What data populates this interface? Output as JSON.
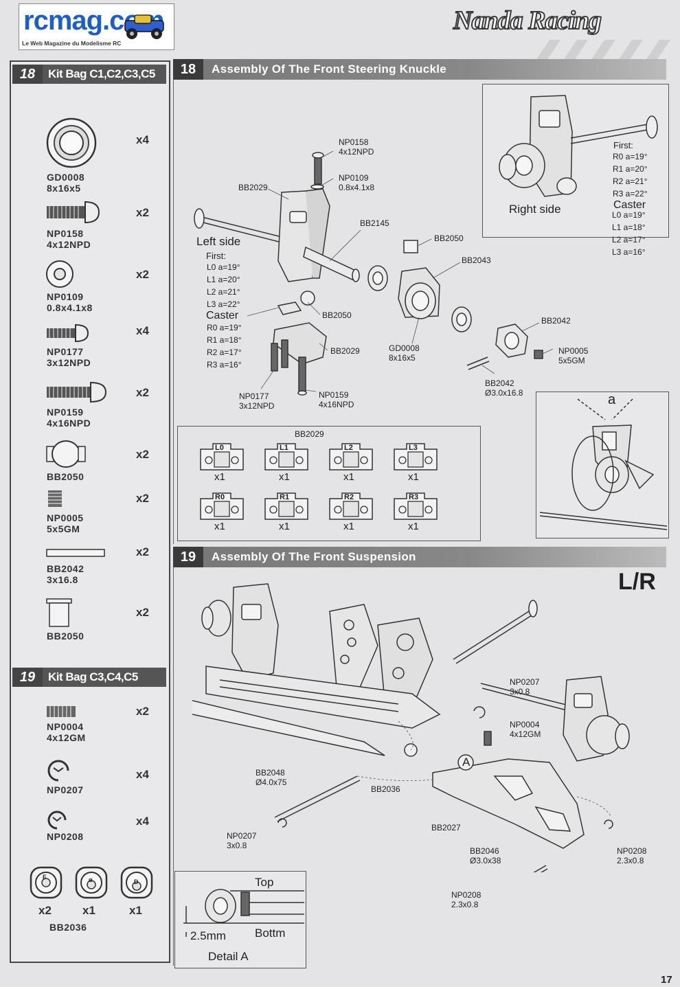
{
  "header": {
    "logo_text": "rcmag.com",
    "logo_subtitle": "Le Web Magazine du Modelisme RC",
    "brand": "Nanda Racing",
    "page_number": "17"
  },
  "kit18": {
    "number": "18",
    "title": "Kit Bag  C1,C2,C3,C5",
    "parts": [
      {
        "code": "GD0008",
        "size": "8x16x5",
        "qty": "x4",
        "icon": "bearing-icon"
      },
      {
        "code": "NP0158",
        "size": "4x12NPD",
        "qty": "x2",
        "icon": "screw-icon"
      },
      {
        "code": "NP0109",
        "size": "0.8x4.1x8",
        "qty": "x2",
        "icon": "washer-icon"
      },
      {
        "code": "NP0177",
        "size": "3x12NPD",
        "qty": "x4",
        "icon": "screw-icon"
      },
      {
        "code": "NP0159",
        "size": "4x16NPD",
        "qty": "x2",
        "icon": "screw-icon"
      },
      {
        "code": "BB2050",
        "size": "",
        "qty": "x2",
        "icon": "ball-stud-icon"
      },
      {
        "code": "NP0005",
        "size": "5x5GM",
        "qty": "x2",
        "icon": "set-screw-icon"
      },
      {
        "code": "BB2042",
        "size": "3x16.8",
        "qty": "x2",
        "icon": "pin-icon"
      },
      {
        "code": "BB2050",
        "size": "",
        "qty": "x2",
        "icon": "bushing-icon"
      }
    ]
  },
  "kit19": {
    "number": "19",
    "title": "Kit Bag  C3,C4,C5",
    "parts": [
      {
        "code": "NP0004",
        "size": "4x12GM",
        "qty": "x2",
        "icon": "set-screw-icon"
      },
      {
        "code": "NP0207",
        "size": "",
        "qty": "x4",
        "icon": "e-clip-icon"
      },
      {
        "code": "NP0208",
        "size": "",
        "qty": "x4",
        "icon": "e-clip-icon"
      }
    ],
    "bb2036": {
      "code": "BB2036",
      "inserts": [
        {
          "letter": "E",
          "qty": "x2"
        },
        {
          "letter": "α",
          "qty": "x1"
        },
        {
          "letter": "D",
          "qty": "x1"
        }
      ]
    }
  },
  "step18": {
    "number": "18",
    "title": "Assembly Of The Front Steering Knuckle",
    "left_side_title": "Left side",
    "right_side_title": "Right side",
    "first_label": "First:",
    "caster_label": "Caster",
    "left_first": [
      "L0  a=19°",
      "L1  a=20°",
      "L2  a=21°",
      "L3  a=22°"
    ],
    "left_caster": [
      "R0  a=19°",
      "R1  a=18°",
      "R2  a=17°",
      "R3  a=16°"
    ],
    "right_first": [
      "R0  a=19°",
      "R1  a=20°",
      "R2  a=21°",
      "R3  a=22°"
    ],
    "right_caster": [
      "L0  a=19°",
      "L1  a=18°",
      "L2  a=17°",
      "L3  a=16°"
    ],
    "callouts": {
      "np0158": "NP0158\n4x12NPD",
      "np0109": "NP0109\n0.8x4.1x8",
      "bb2029_top": "BB2029",
      "bb2145": "BB2145",
      "bb2050_top": "BB2050",
      "bb2043": "BB2043",
      "bb2050_mid": "BB2050",
      "bb2042_top": "BB2042",
      "bb2029_mid": "BB2029",
      "gd0008": "GD0008\n8x16x5",
      "np0005": "NP0005\n5x5GM",
      "bb2042_pin": "BB2042\nØ3.0x16.8",
      "np0177": "NP0177\n3x12NPD",
      "np0159": "NP0159\n4x16NPD"
    },
    "grid_title": "BB2029",
    "grid": [
      {
        "tag": "L0",
        "qty": "x1"
      },
      {
        "tag": "L1",
        "qty": "x1"
      },
      {
        "tag": "L2",
        "qty": "x1"
      },
      {
        "tag": "L3",
        "qty": "x1"
      },
      {
        "tag": "R0",
        "qty": "x1"
      },
      {
        "tag": "R1",
        "qty": "x1"
      },
      {
        "tag": "R2",
        "qty": "x1"
      },
      {
        "tag": "R3",
        "qty": "x1"
      }
    ],
    "angle_label": "a"
  },
  "step19": {
    "number": "19",
    "title": "Assembly Of The Front Suspension",
    "side_label": "L/R",
    "callouts": {
      "np0207_top": "NP0207\n3x0.8",
      "np0004": "NP0004\n4x12GM",
      "bb2048": "BB2048\nØ4.0x75",
      "bb2036": "BB2036",
      "np0207_bottom": "NP0207\n3x0.8",
      "bb2027": "BB2027",
      "bb2046": "BB2046\nØ3.0x38",
      "np0208_right": "NP0208\n2.3x0.8",
      "np0208_bottom": "NP0208\n2.3x0.8",
      "marker_a": "A"
    },
    "detail": {
      "top": "Top",
      "bottom": "Bottm",
      "measure": "2.5mm",
      "title": "Detail  A"
    }
  }
}
